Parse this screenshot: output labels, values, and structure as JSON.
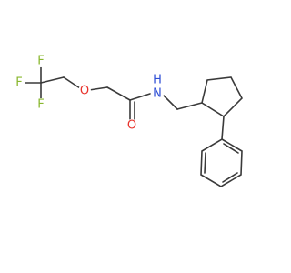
{
  "atoms": {
    "F1": "F",
    "F2": "F",
    "F3": "F",
    "O_ether": "O",
    "O_carbonyl": "O",
    "N_amide": "N",
    "H_amide": "H"
  },
  "colors": {
    "bond": "#3a3a3a",
    "fluorine": "#8ab82f",
    "oxygen": "#e8322b",
    "nitrogen": "#2f4fd6"
  }
}
